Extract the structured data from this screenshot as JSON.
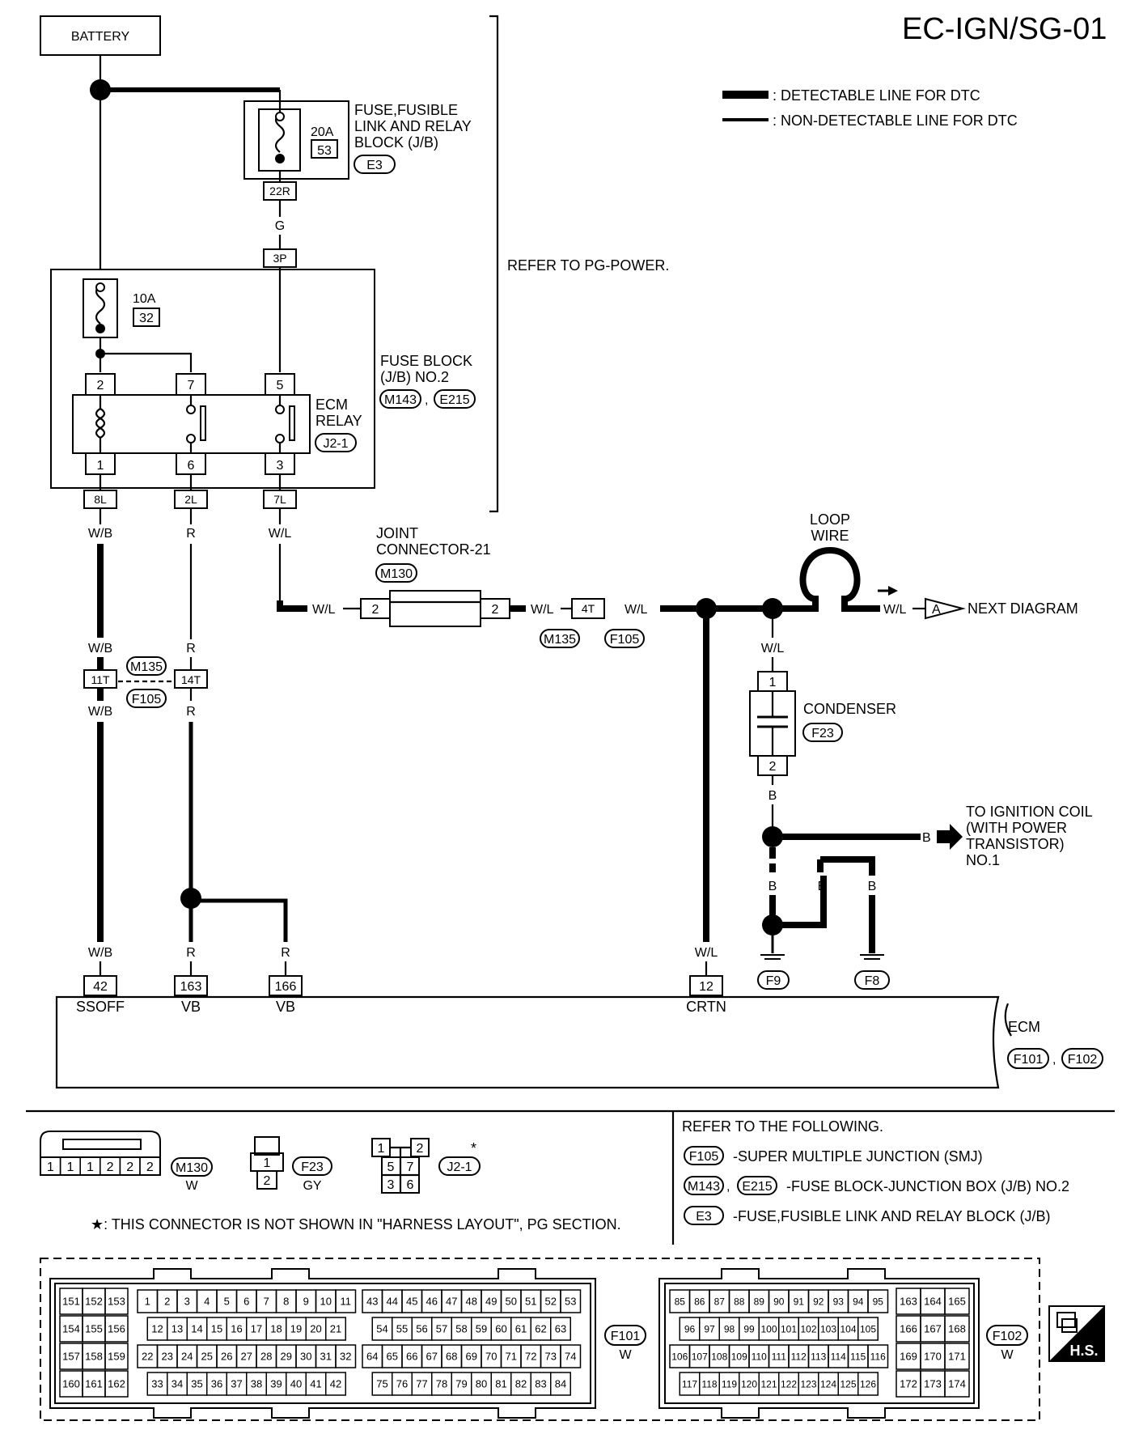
{
  "title": "EC-IGN/SG-01",
  "legend": {
    "detectable": ": DETECTABLE LINE FOR DTC",
    "non_detectable": ": NON-DETECTABLE LINE FOR DTC"
  },
  "components": {
    "battery": "BATTERY",
    "fuse_block_jb": {
      "line1": "FUSE,FUSIBLE",
      "line2": "LINK AND RELAY",
      "line3": "BLOCK (J/B)",
      "conn": "E3",
      "fuse_amp": "20A",
      "fuse_no": "53",
      "pin": "22R"
    },
    "refer_pg_power": "REFER TO PG-POWER.",
    "fuse_block_no2": {
      "line1": "FUSE BLOCK",
      "line2": "(J/B) NO.2",
      "conn1": "M143",
      "conn2": "E215",
      "fuse_amp": "10A",
      "fuse_no": "32",
      "pin_in": "3P",
      "pins_out": [
        "8L",
        "2L",
        "7L"
      ]
    },
    "ecm_relay": {
      "line1": "ECM",
      "line2": "RELAY",
      "conn": "J2-1",
      "top_pins": [
        "2",
        "7",
        "5"
      ],
      "bottom_pins": [
        "1",
        "6",
        "3"
      ]
    },
    "joint_connector": {
      "line1": "JOINT",
      "line2": "CONNECTOR-21",
      "conn": "M130",
      "pins": [
        "2",
        "2"
      ]
    },
    "loop_wire": {
      "line1": "LOOP",
      "line2": "WIRE"
    },
    "next_diagram": {
      "letter": "A",
      "text": "NEXT DIAGRAM"
    },
    "condenser": {
      "label": "CONDENSER",
      "conn": "F23",
      "pins": [
        "1",
        "2"
      ]
    },
    "ignition_coil": {
      "line1": "TO IGNITION COIL",
      "line2": "(WITH POWER",
      "line3": "TRANSISTOR)",
      "line4": "NO.1"
    },
    "grounds": [
      "F9",
      "F8"
    ],
    "inline_4t": {
      "pin": "4T",
      "conn1": "M135",
      "conn2": "F105"
    },
    "inline_11t": {
      "pin1": "11T",
      "pin2": "14T",
      "conn1": "M135",
      "conn2": "F105"
    },
    "ecm": {
      "label": "ECM",
      "conn1": "F101",
      "conn2": "F102",
      "pins": [
        {
          "no": "42",
          "name": "SSOFF"
        },
        {
          "no": "163",
          "name": "VB"
        },
        {
          "no": "166",
          "name": "VB"
        },
        {
          "no": "12",
          "name": "CRTN"
        }
      ]
    }
  },
  "wires": {
    "g": "G",
    "wb": "W/B",
    "r": "R",
    "wl": "W/L",
    "b": "B"
  },
  "connectors_bottom": {
    "m130": {
      "conn": "M130",
      "color": "W",
      "pins": [
        "1",
        "1",
        "1",
        "2",
        "2",
        "2"
      ]
    },
    "f23": {
      "conn": "F23",
      "color": "GY",
      "pins": [
        "1",
        "2"
      ]
    },
    "j21": {
      "conn": "J2-1",
      "star": "*",
      "pins": [
        "1",
        "2",
        "5",
        "7",
        "3",
        "6"
      ]
    },
    "note": "★: THIS CONNECTOR IS NOT SHOWN IN \"HARNESS LAYOUT\", PG SECTION.",
    "refer_title": "REFER TO THE FOLLOWING.",
    "refer_items": [
      {
        "conn": "F105",
        "text": "-SUPER MULTIPLE JUNCTION (SMJ)"
      },
      {
        "conn": "M143",
        "conn2": "E215",
        "text": "-FUSE BLOCK-JUNCTION BOX (J/B) NO.2"
      },
      {
        "conn": "E3",
        "text": "-FUSE,FUSIBLE LINK AND RELAY BLOCK (J/B)"
      }
    ],
    "f101": {
      "conn": "F101",
      "color": "W"
    },
    "f102": {
      "conn": "F102",
      "color": "W"
    },
    "hs": "H.S."
  },
  "f101_grid": {
    "block_a": [
      [
        "151",
        "152",
        "153"
      ],
      [
        "154",
        "155",
        "156"
      ],
      [
        "157",
        "158",
        "159"
      ],
      [
        "160",
        "161",
        "162"
      ]
    ],
    "row1": [
      "1",
      "2",
      "3",
      "4",
      "5",
      "6",
      "7",
      "8",
      "9",
      "10",
      "11"
    ],
    "row2": [
      "12",
      "13",
      "14",
      "15",
      "16",
      "17",
      "18",
      "19",
      "20",
      "21"
    ],
    "row3": [
      "22",
      "23",
      "24",
      "25",
      "26",
      "27",
      "28",
      "29",
      "30",
      "31",
      "32"
    ],
    "row4": [
      "33",
      "34",
      "35",
      "36",
      "37",
      "38",
      "39",
      "40",
      "41",
      "42"
    ],
    "row1b": [
      "43",
      "44",
      "45",
      "46",
      "47",
      "48",
      "49",
      "50",
      "51",
      "52",
      "53"
    ],
    "row2b": [
      "54",
      "55",
      "56",
      "57",
      "58",
      "59",
      "60",
      "61",
      "62",
      "63"
    ],
    "row3b": [
      "64",
      "65",
      "66",
      "67",
      "68",
      "69",
      "70",
      "71",
      "72",
      "73",
      "74"
    ],
    "row4b": [
      "75",
      "76",
      "77",
      "78",
      "79",
      "80",
      "81",
      "82",
      "83",
      "84"
    ]
  },
  "f102_grid": {
    "row1": [
      "85",
      "86",
      "87",
      "88",
      "89",
      "90",
      "91",
      "92",
      "93",
      "94",
      "95"
    ],
    "row2": [
      "96",
      "97",
      "98",
      "99",
      "100",
      "101",
      "102",
      "103",
      "104",
      "105"
    ],
    "row3": [
      "106",
      "107",
      "108",
      "109",
      "110",
      "111",
      "112",
      "113",
      "114",
      "115",
      "116"
    ],
    "row4": [
      "117",
      "118",
      "119",
      "120",
      "121",
      "122",
      "123",
      "124",
      "125",
      "126"
    ],
    "block_b": [
      [
        "163",
        "164",
        "165"
      ],
      [
        "166",
        "167",
        "168"
      ],
      [
        "169",
        "170",
        "171"
      ],
      [
        "172",
        "173",
        "174"
      ]
    ]
  }
}
